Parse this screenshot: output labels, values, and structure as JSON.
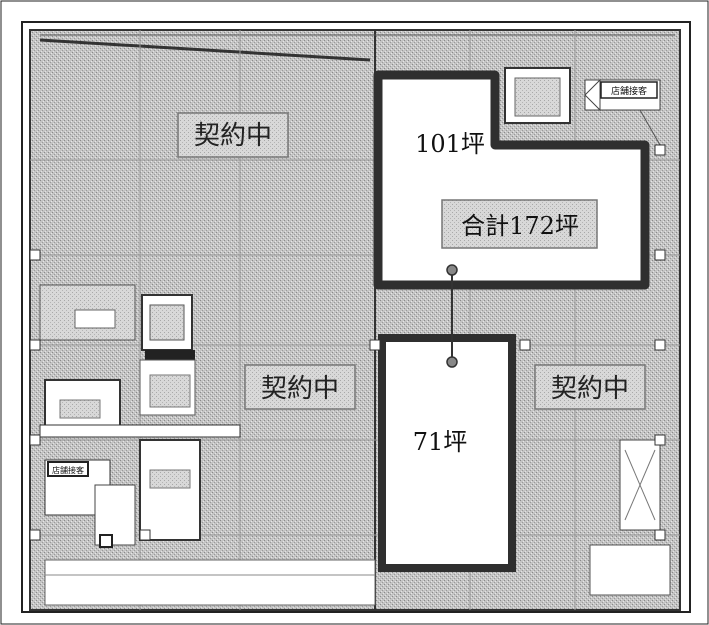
{
  "plan": {
    "labels": {
      "contracted_nw": "契約中",
      "contracted_center": "契約中",
      "contracted_east": "契約中",
      "area_north": "101坪",
      "area_total": "合計172坪",
      "area_south": "71坪",
      "tag_north_right": "店舗接客",
      "tag_west_left": "店舗接客"
    },
    "colors": {
      "contracted_fill": "#b9b9b9",
      "vacant_fill": "#ffffff",
      "outline": "#3a3a3a",
      "vacant_border": "#4a4a4a"
    }
  }
}
